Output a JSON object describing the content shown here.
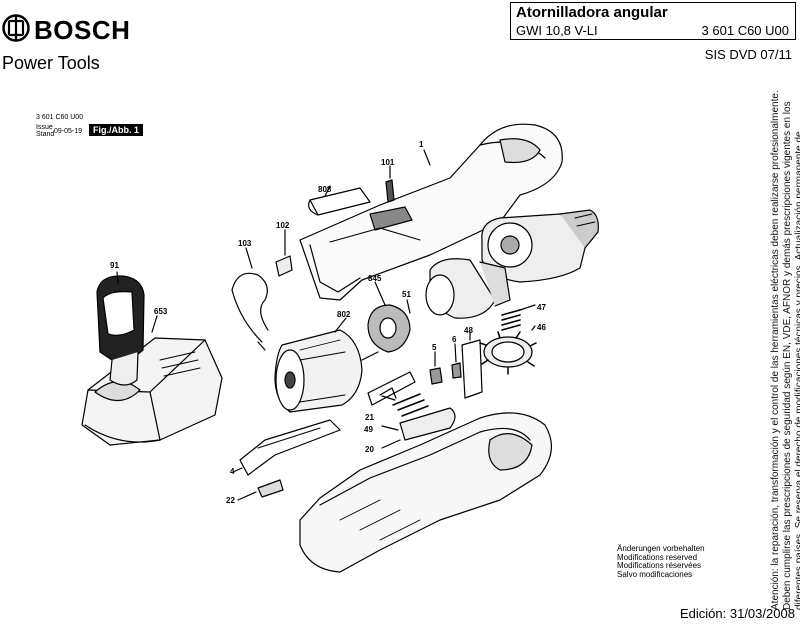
{
  "header": {
    "brand": "BOSCH",
    "brand_subtitle": "Power Tools"
  },
  "title_block": {
    "product_name": "Atornilladora angular",
    "model": "GWI 10,8 V-LI",
    "part_number": "3 601 C60 U00",
    "sis": "SIS DVD 07/11"
  },
  "drawing_meta": {
    "id": "3 601 C60 U00",
    "issue_label": "Issue",
    "stand_label": "Stand",
    "date": "09-05-19",
    "figure": "Fig./Abb. 1"
  },
  "vertical_note": "Atención: la reparación, transformación y el control de las herramientas eléctricas deben realizarse profesionalmente. Deben cumplirse las prescripciones de seguridad según EN, VDE, AFNOR y demás prescripciones vigentes en los diferentes países. Se reserva el derecho de modificaciones técnicas y precios. Actualización permanente de productos, precios y grupos de precios.",
  "changes_notice": [
    "Änderungen vorbehalten",
    "Modifications reserved",
    "Modifications réservées",
    "Salvo modificaciones"
  ],
  "edition": "Edición: 31/03/2008",
  "parts": {
    "p1": "1",
    "p4": "4",
    "p5": "5",
    "p6": "6",
    "p20": "20",
    "p21": "21",
    "p22": "22",
    "p46": "46",
    "p47": "47",
    "p48": "48",
    "p49": "49",
    "p51": "51",
    "p91": "91",
    "p101": "101",
    "p102": "102",
    "p103": "103",
    "p653": "653",
    "p802": "802",
    "p808": "808",
    "p845": "845"
  },
  "icons": {
    "logo": "bosch-armature-logo-icon"
  }
}
